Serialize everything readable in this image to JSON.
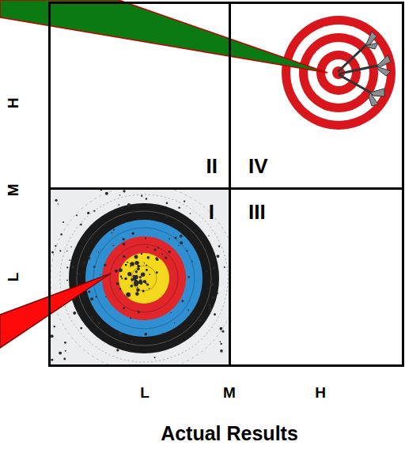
{
  "diagram": {
    "nodes": [
      {
        "text": [
          "II"
        ]
      },
      {
        "text": [
          "IV"
        ]
      },
      {
        "text": [
          "I"
        ]
      },
      {
        "text": [
          "III"
        ]
      }
    ],
    "labels": [
      "H",
      "M",
      "L",
      "L",
      "M",
      "H",
      "Actual Results"
    ]
  }
}
